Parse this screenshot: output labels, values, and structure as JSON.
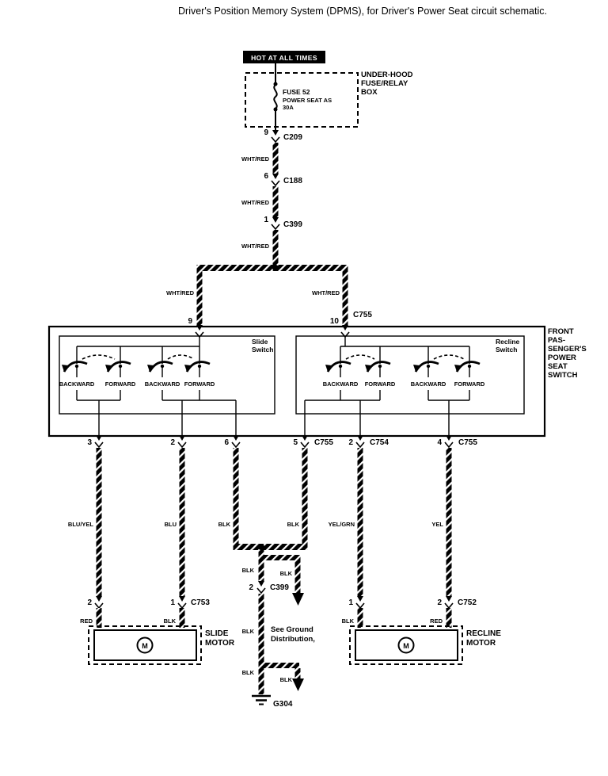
{
  "title": "Driver's Position Memory System (DPMS), for Driver's Power Seat circuit schematic.",
  "power": {
    "hot": "HOT AT ALL TIMES",
    "box1": "UNDER-HOOD",
    "box2": "FUSE/RELAY",
    "box3": "BOX",
    "fuse1": "FUSE 52",
    "fuse2": "POWER SEAT AS",
    "fuse3": "30A"
  },
  "feed": {
    "p209": "9",
    "c209": "C209",
    "w1": "WHT/RED",
    "p188": "6",
    "c188": "C188",
    "w2": "WHT/RED",
    "p399": "1",
    "c399": "C399",
    "w3": "WHT/RED",
    "wl": "WHT/RED",
    "wr": "WHT/RED",
    "p9": "9",
    "p10": "10",
    "c755": "C755"
  },
  "sw": {
    "title1": "FRONT",
    "title2": "PAS-",
    "title3": "SENGER'S",
    "title4": "POWER",
    "title5": "SEAT",
    "title6": "SWITCH",
    "slide1": "Slide",
    "slide2": "Switch",
    "recline1": "Recline",
    "recline2": "Switch",
    "pos": [
      "BACKWARD",
      "FORWARD",
      "BACKWARD",
      "FORWARD",
      "BACKWARD",
      "FORWARD",
      "BACKWARD",
      "FORWARD"
    ]
  },
  "pins": {
    "p3": "3",
    "p2a": "2",
    "p6": "6",
    "p5": "5",
    "c755a": "C755",
    "p2b": "2",
    "c754": "C754",
    "p4": "4",
    "c755b": "C755"
  },
  "wirecolors": {
    "w1": "BLU/YEL",
    "w2": "BLU",
    "w3": "BLK",
    "w4": "BLK",
    "w5": "YEL/GRN",
    "w6": "YEL"
  },
  "gnd": {
    "blk1": "BLK",
    "blk2": "BLK",
    "p399": "2",
    "c399": "C399",
    "blk3": "BLK",
    "see1": "See Ground",
    "see2": "Distribution,",
    "blk4": "BLK",
    "blk5": "BLK",
    "g": "G304"
  },
  "slide_motor": {
    "pl": "2",
    "cl": "RED",
    "pr": "1",
    "cr": "BLK",
    "conn": "C753",
    "n1": "SLIDE",
    "n2": "MOTOR",
    "m": "M"
  },
  "recline_motor": {
    "pl": "1",
    "cl": "BLK",
    "pr": "2",
    "cr": "RED",
    "conn": "C752",
    "n1": "RECLINE",
    "n2": "MOTOR",
    "m": "M"
  },
  "colors": {
    "line": "#000000",
    "background": "#ffffff"
  }
}
